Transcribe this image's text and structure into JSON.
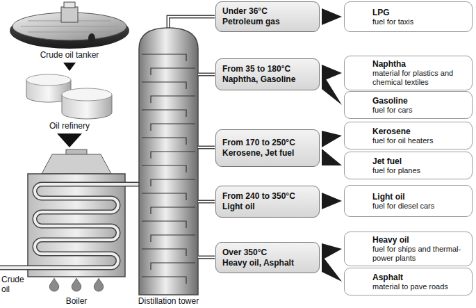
{
  "diagram": {
    "nodes": [
      {
        "text": [
          "Under 36°C",
          "Petroleum gas"
        ]
      },
      {
        "text": [
          "LPG",
          "fuel for taxis"
        ]
      },
      {
        "text": [
          "From 35 to 180°C",
          "Naphtha, Gasoline"
        ]
      },
      {
        "text": [
          "Naphtha",
          "material for plastics and chemical textiles"
        ]
      },
      {
        "text": [
          "Gasoline",
          "fuel for cars"
        ]
      },
      {
        "text": [
          "From 170 to 250°C",
          "Kerosene, Jet fuel"
        ]
      },
      {
        "text": [
          "Kerosene",
          "fuel for oil heaters"
        ]
      },
      {
        "text": [
          "Jet fuel",
          "fuel for planes"
        ]
      },
      {
        "text": [
          "From 240 to 350°C",
          "Light oil"
        ]
      },
      {
        "text": [
          "Light oil",
          "fuel for diesel cars"
        ]
      },
      {
        "text": [
          "Over 350°C",
          "Heavy oil, Asphalt"
        ]
      },
      {
        "text": [
          "Heavy oil",
          "fuel for ships and thermal-power plants"
        ]
      },
      {
        "text": [
          "Asphalt",
          "material to pave roads"
        ]
      }
    ],
    "edges": [
      {
        "from": 0,
        "to": 1,
        "arrow": "to"
      },
      {
        "from": 2,
        "to": 3,
        "arrow": "to"
      },
      {
        "from": 2,
        "to": 4,
        "arrow": "to"
      },
      {
        "from": 5,
        "to": 6,
        "arrow": "to"
      },
      {
        "from": 5,
        "to": 7,
        "arrow": "to"
      },
      {
        "from": 8,
        "to": 9,
        "arrow": "to"
      },
      {
        "from": 10,
        "to": 11,
        "arrow": "to"
      },
      {
        "from": 10,
        "to": 12,
        "arrow": "to"
      }
    ],
    "labels": [
      "Crude oil tanker",
      "Oil refinery",
      "Crude oil",
      "Boiler",
      "Distillation tower"
    ]
  }
}
